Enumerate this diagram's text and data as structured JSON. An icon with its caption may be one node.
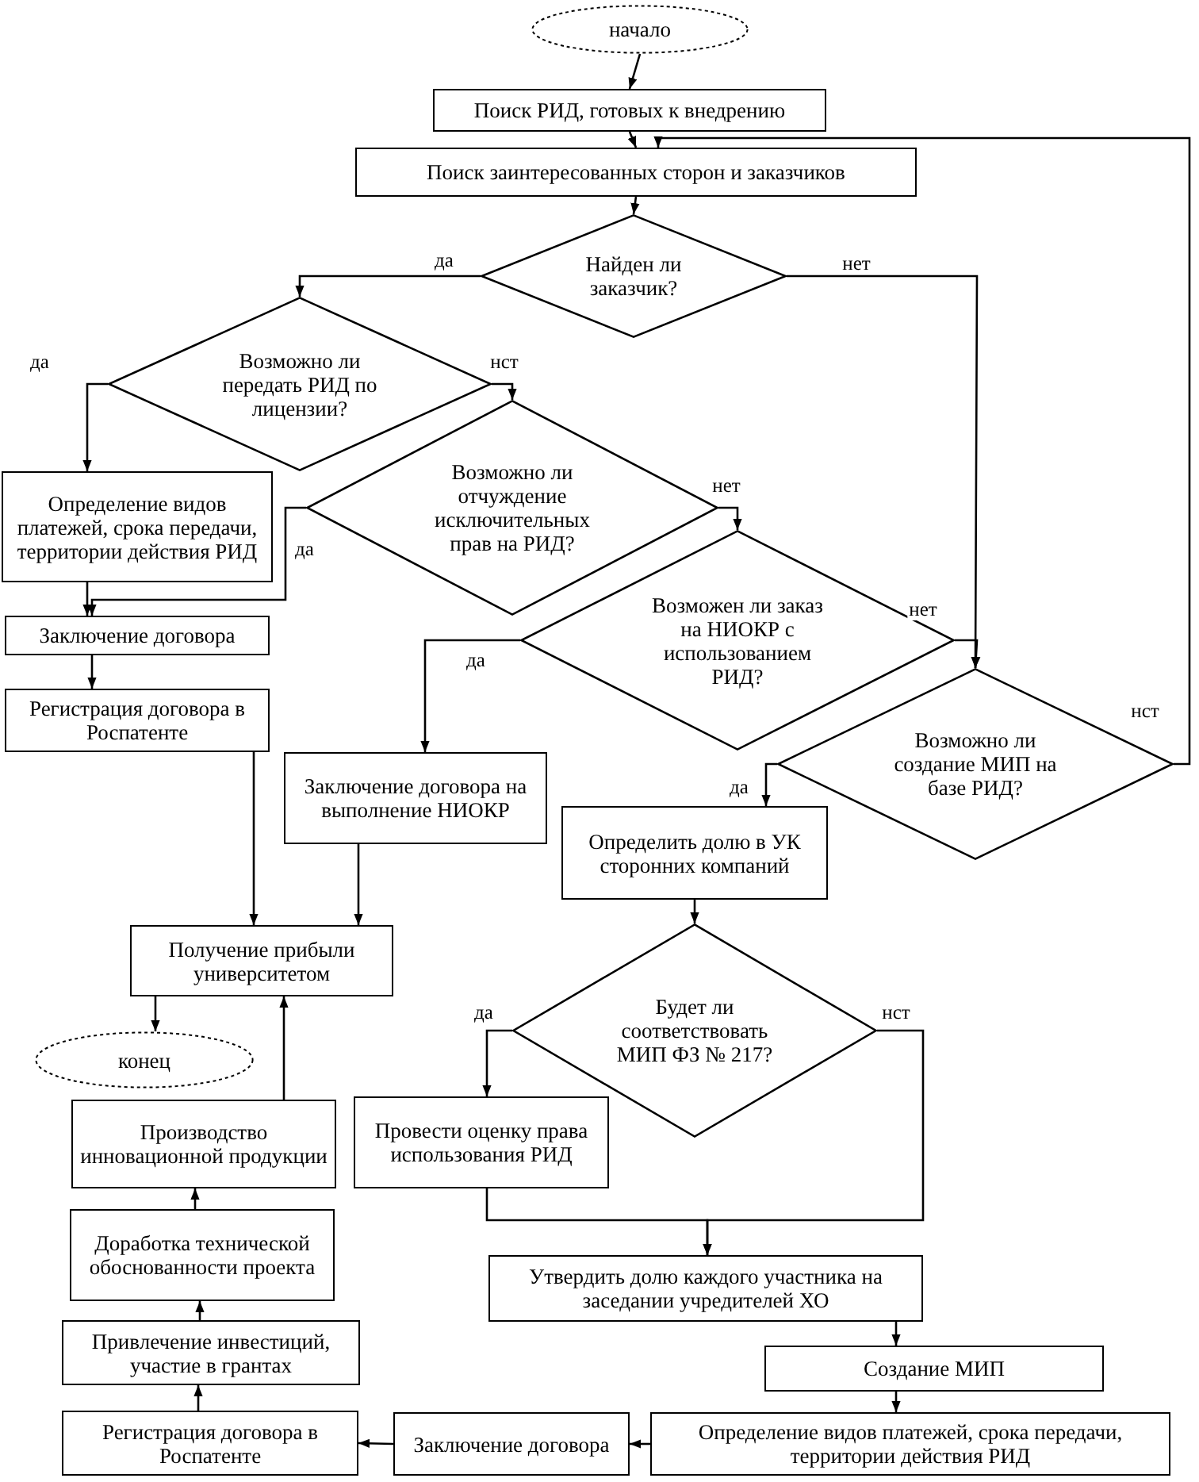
{
  "diagram": {
    "nodes": [
      {
        "text": [
          "начало"
        ]
      },
      {
        "text": [
          "Поиск РИД, готовых к внедрению"
        ]
      },
      {
        "text": [
          "Поиск заинтересованных сторон и заказчиков"
        ]
      },
      {
        "text": [
          "Найден ли заказчик?"
        ]
      },
      {
        "text": [
          "Возможно ли передать РИД по лицензии?"
        ]
      },
      {
        "text": [
          "Определение видов платежей, срока передачи, территории действия РИД"
        ]
      },
      {
        "text": [
          "Возможно ли отчуждение исключительных прав на РИД?"
        ]
      },
      {
        "text": [
          "Возможен ли заказ на НИОКР с использованием РИД?"
        ]
      },
      {
        "text": [
          "Возможно ли создание МИП на базе РИД?"
        ]
      },
      {
        "text": [
          "Заключение договора"
        ]
      },
      {
        "text": [
          "Регистрация договора в Роспатенте"
        ]
      },
      {
        "text": [
          "Заключение договора на выполнение НИОКР"
        ]
      },
      {
        "text": [
          "Определить долю в УК сторонних компаний"
        ]
      },
      {
        "text": [
          "Получение прибыли университетом"
        ]
      },
      {
        "text": [
          "Будет ли соответствовать МИП ФЗ № 217?"
        ]
      },
      {
        "text": [
          "конец"
        ]
      },
      {
        "text": [
          "Производство инновационной продукции"
        ]
      },
      {
        "text": [
          "Провести оценку права использования РИД"
        ]
      },
      {
        "text": [
          "Доработка технической обоснованности проекта"
        ]
      },
      {
        "text": [
          "Утвердить долю каждого участника на заседании учредителей ХО"
        ]
      },
      {
        "text": [
          "Привлечение инвестиций, участие в грантах"
        ]
      },
      {
        "text": [
          "Создание МИП"
        ]
      },
      {
        "text": [
          "Регистрация договора в Роспатенте"
        ]
      },
      {
        "text": [
          "Заключение договора"
        ]
      },
      {
        "text": [
          "Определение видов платежей, срока передачи, территории действия РИД"
        ]
      }
    ],
    "edges": [
      {
        "from": 0,
        "to": 1,
        "arrow": "to"
      },
      {
        "from": 1,
        "to": 2,
        "arrow": "to"
      },
      {
        "from": 2,
        "to": 3,
        "arrow": "to"
      },
      {
        "from": 3,
        "to": 4,
        "arrow": "to",
        "label": "да"
      },
      {
        "from": 3,
        "to": 8,
        "arrow": "to",
        "label": "нет"
      },
      {
        "from": 4,
        "to": 5,
        "arrow": "to",
        "label": "да"
      },
      {
        "from": 4,
        "to": 6,
        "arrow": "to",
        "label": "нст"
      },
      {
        "from": 6,
        "to": 9,
        "arrow": "to",
        "label": "да"
      },
      {
        "from": 5,
        "to": 9,
        "arrow": "to"
      },
      {
        "from": 6,
        "to": 7,
        "arrow": "to",
        "label": "нет"
      },
      {
        "from": 7,
        "to": 8,
        "arrow": "to",
        "label": "нет"
      },
      {
        "from": 7,
        "to": 11,
        "arrow": "to",
        "label": "да"
      },
      {
        "from": 8,
        "to": 12,
        "arrow": "to",
        "label": "да"
      },
      {
        "from": 8,
        "to": 2,
        "arrow": "to",
        "label": "нст"
      },
      {
        "from": 9,
        "to": 10,
        "arrow": "to"
      },
      {
        "from": 10,
        "to": 13,
        "arrow": "to"
      },
      {
        "from": 11,
        "to": 13,
        "arrow": "to"
      },
      {
        "from": 13,
        "to": 15,
        "arrow": "to"
      },
      {
        "from": 16,
        "to": 13,
        "arrow": "to"
      },
      {
        "from": 12,
        "to": 14,
        "arrow": "to"
      },
      {
        "from": 14,
        "to": 17,
        "arrow": "to",
        "label": "да"
      },
      {
        "from": 14,
        "to": 19,
        "arrow": "to",
        "label": "нст"
      },
      {
        "from": 17,
        "to": 19,
        "arrow": "to"
      },
      {
        "from": 19,
        "to": 21,
        "arrow": "to"
      },
      {
        "from": 21,
        "to": 24,
        "arrow": "to"
      },
      {
        "from": 24,
        "to": 23,
        "arrow": "to"
      },
      {
        "from": 23,
        "to": 22,
        "arrow": "to"
      },
      {
        "from": 22,
        "to": 20,
        "arrow": "to"
      },
      {
        "from": 20,
        "to": 18,
        "arrow": "to"
      },
      {
        "from": 18,
        "to": 16,
        "arrow": "to"
      }
    ]
  }
}
